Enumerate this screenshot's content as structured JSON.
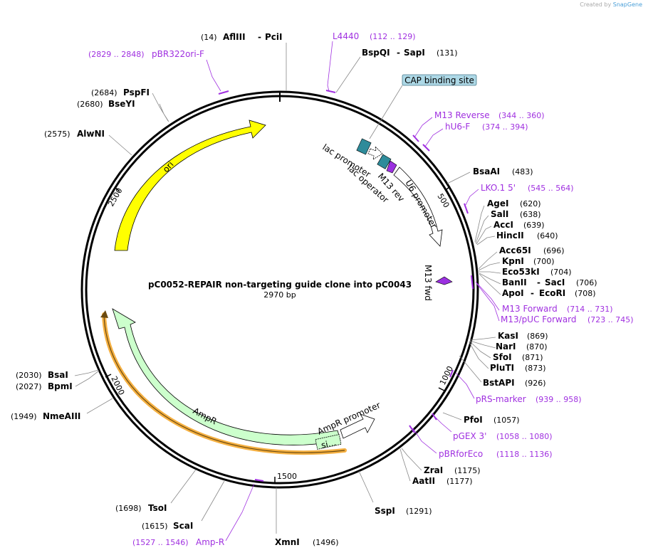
{
  "credit": {
    "prefix": "Created by",
    "brand": "SnapGene"
  },
  "plasmid": {
    "name": "pC0052-REPAIR non-targeting guide clone into pC0043",
    "size_label": "2970 bp",
    "length": 2970
  },
  "ticks": [
    {
      "pos": 500,
      "label": "500"
    },
    {
      "pos": 1000,
      "label": "1000"
    },
    {
      "pos": 1500,
      "label": "1500"
    },
    {
      "pos": 2000,
      "label": "2000"
    },
    {
      "pos": 2500,
      "label": "2500"
    }
  ],
  "sites": [
    {
      "id": "aflIII",
      "name": "AflIII",
      "extra": "PciI",
      "pos": "(14)",
      "bp": 14
    },
    {
      "id": "bspQI",
      "name": "BspQI",
      "extra": "SapI",
      "pos": "(131)",
      "bp": 131
    },
    {
      "id": "bsaAI",
      "name": "BsaAI",
      "pos": "(483)",
      "bp": 483
    },
    {
      "id": "ageI",
      "name": "AgeI",
      "pos": "(620)",
      "bp": 620
    },
    {
      "id": "salI",
      "name": "SalI",
      "pos": "(638)",
      "bp": 638
    },
    {
      "id": "accI",
      "name": "AccI",
      "pos": "(639)",
      "bp": 639
    },
    {
      "id": "hincII",
      "name": "HincII",
      "pos": "(640)",
      "bp": 640
    },
    {
      "id": "acc65I",
      "name": "Acc65I",
      "pos": "(696)",
      "bp": 696
    },
    {
      "id": "kpnI",
      "name": "KpnI",
      "pos": "(700)",
      "bp": 700
    },
    {
      "id": "eco53kI",
      "name": "Eco53kI",
      "pos": "(704)",
      "bp": 704
    },
    {
      "id": "banII",
      "name": "BanII",
      "extra": "SacI",
      "pos": "(706)",
      "bp": 706
    },
    {
      "id": "apoI",
      "name": "ApoI",
      "extra": "EcoRI",
      "pos": "(708)",
      "bp": 708
    },
    {
      "id": "kasI",
      "name": "KasI",
      "pos": "(869)",
      "bp": 869
    },
    {
      "id": "narI",
      "name": "NarI",
      "pos": "(870)",
      "bp": 870
    },
    {
      "id": "sfoI",
      "name": "SfoI",
      "pos": "(871)",
      "bp": 871
    },
    {
      "id": "pluTI",
      "name": "PluTI",
      "pos": "(873)",
      "bp": 873
    },
    {
      "id": "bstAPI",
      "name": "BstAPI",
      "pos": "(926)",
      "bp": 926
    },
    {
      "id": "pfoI",
      "name": "PfoI",
      "pos": "(1057)",
      "bp": 1057
    },
    {
      "id": "zraI",
      "name": "ZraI",
      "pos": "(1175)",
      "bp": 1175
    },
    {
      "id": "aatII",
      "name": "AatII",
      "pos": "(1177)",
      "bp": 1177
    },
    {
      "id": "sspI",
      "name": "SspI",
      "pos": "(1291)",
      "bp": 1291
    },
    {
      "id": "xmnI",
      "name": "XmnI",
      "pos": "(1496)",
      "bp": 1496
    },
    {
      "id": "scaI",
      "name": "ScaI",
      "pos": "(1615)",
      "bp": 1615
    },
    {
      "id": "tsoI",
      "name": "TsoI",
      "pos": "(1698)",
      "bp": 1698
    },
    {
      "id": "nmeAIII",
      "name": "NmeAIII",
      "pos": "(1949)",
      "bp": 1949
    },
    {
      "id": "bpmI",
      "name": "BpmI",
      "pos": "(2027)",
      "bp": 2027
    },
    {
      "id": "bsaI",
      "name": "BsaI",
      "pos": "(2030)",
      "bp": 2030
    },
    {
      "id": "alwNI",
      "name": "AlwNI",
      "pos": "(2575)",
      "bp": 2575
    },
    {
      "id": "bseYI",
      "name": "BseYI",
      "pos": "(2680)",
      "bp": 2680
    },
    {
      "id": "pspFI",
      "name": "PspFI",
      "pos": "(2684)",
      "bp": 2684
    }
  ],
  "primers": [
    {
      "id": "l4440",
      "name": "L4440",
      "range": "(112 .. 129)",
      "start": 112,
      "end": 129
    },
    {
      "id": "m13-reverse",
      "name": "M13 Reverse",
      "range": "(344 .. 360)",
      "start": 344,
      "end": 360
    },
    {
      "id": "hu6-f",
      "name": "hU6-F",
      "range": "(374 .. 394)",
      "start": 374,
      "end": 394
    },
    {
      "id": "lko1-5",
      "name": "LKO.1 5'",
      "range": "(545 .. 564)",
      "start": 545,
      "end": 564
    },
    {
      "id": "m13-forward",
      "name": "M13 Forward",
      "range": "(714 .. 731)",
      "start": 714,
      "end": 731
    },
    {
      "id": "m13-puc-forward",
      "name": "M13/pUC Forward",
      "range": "(723 .. 745)",
      "start": 723,
      "end": 745
    },
    {
      "id": "prs-marker",
      "name": "pRS-marker",
      "range": "(939 .. 958)",
      "start": 939,
      "end": 958
    },
    {
      "id": "pgex-3",
      "name": "pGEX 3'",
      "range": "(1058 .. 1080)",
      "start": 1058,
      "end": 1080
    },
    {
      "id": "pbrforeco",
      "name": "pBRforEco",
      "range": "(1118 .. 1136)",
      "start": 1118,
      "end": 1136
    },
    {
      "id": "amp-r",
      "name": "Amp-R",
      "range": "(1527 .. 1546)",
      "start": 1527,
      "end": 1546
    },
    {
      "id": "pbr322ori-f",
      "name": "pBR322ori-F",
      "range": "(2829 .. 2848)",
      "start": 2829,
      "end": 2848
    }
  ],
  "features": {
    "cap_binding_site": "CAP binding site",
    "lac_promoter": "lac promoter",
    "lac_operator": "lac operator",
    "m13_rev": "M13 rev",
    "u6_promoter": "U6 promoter",
    "m13_fwd": "M13 fwd",
    "ori": "ori",
    "ampr": "AmpR",
    "ampr_promoter": "AmpR promoter",
    "signal_abbrev": "si..."
  },
  "colors": {
    "ori": "#ffff00",
    "ampr": "#ccffcc",
    "ampr_orf": "#f5b041",
    "cap": "#add8e6",
    "lac": "#2e8b9a",
    "m13": "#9b30e0",
    "primer": "#a030e0",
    "backbone": "#000000"
  }
}
